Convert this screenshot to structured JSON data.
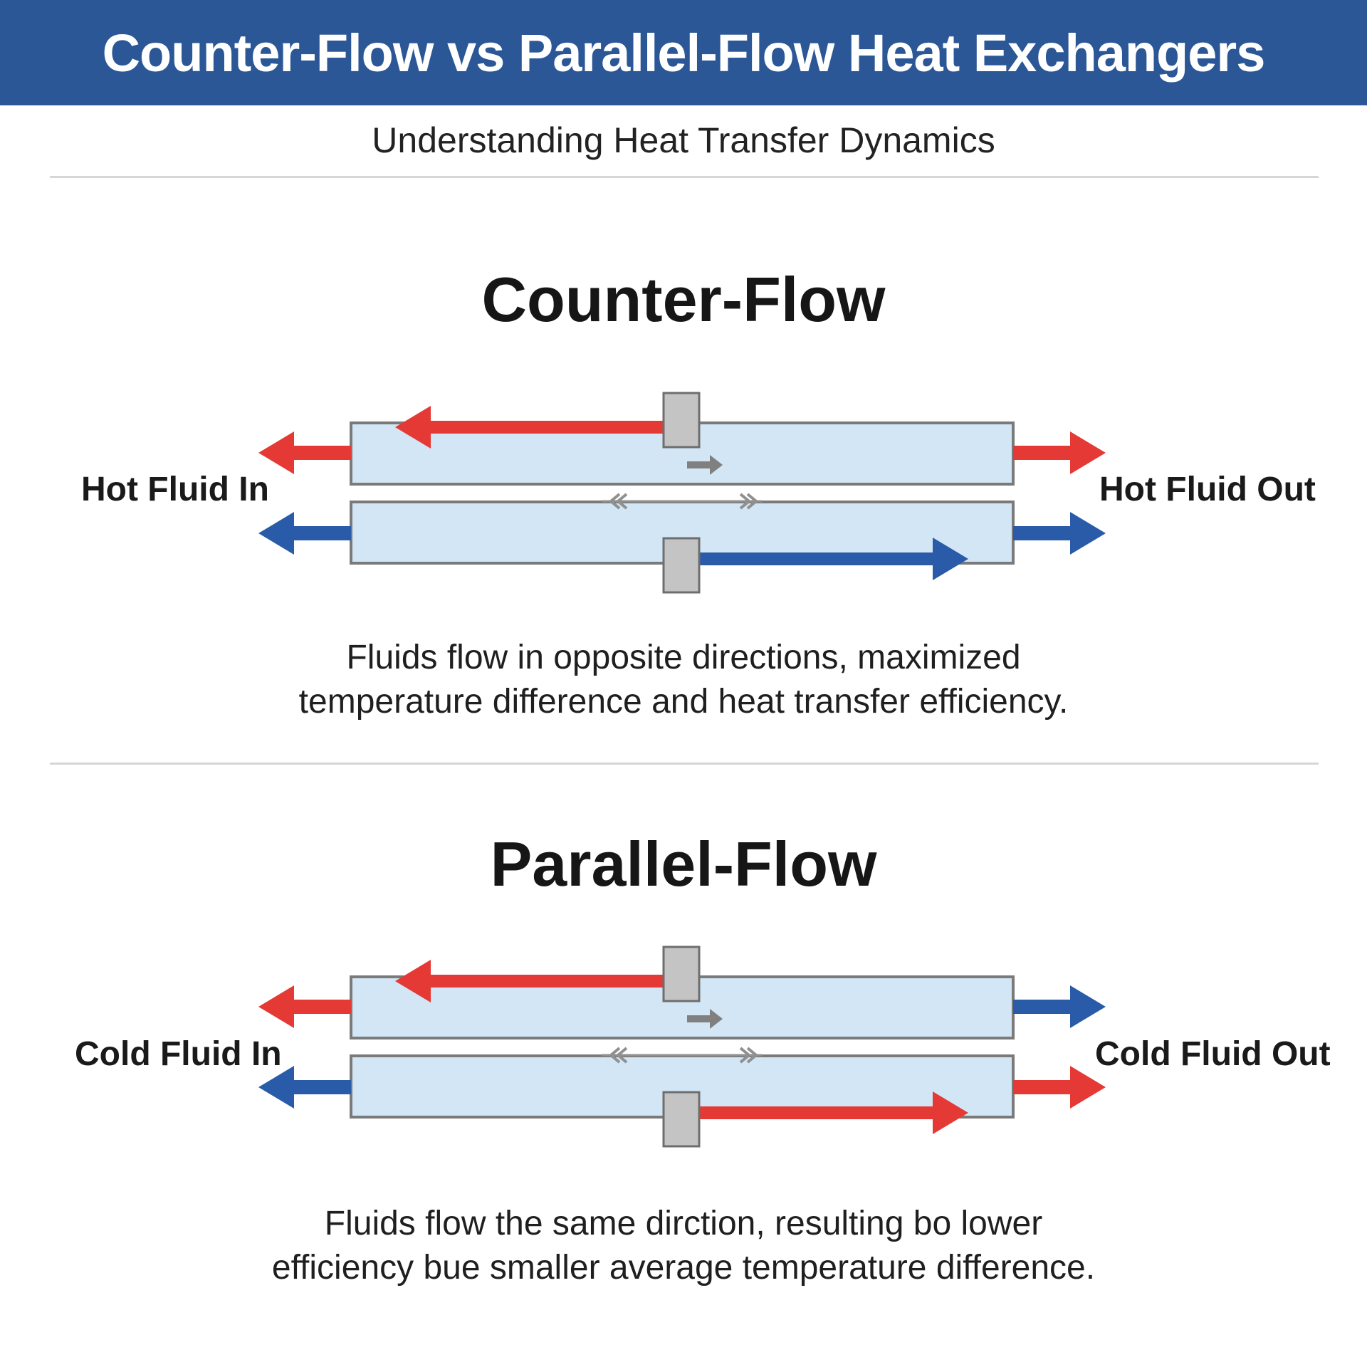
{
  "header": {
    "title": "Counter-Flow vs Parallel-Flow Heat Exchangers",
    "subtitle": "Understanding Heat Transfer Dynamics"
  },
  "colors": {
    "header_bg": "#2b5797",
    "hot": "#e53935",
    "cold": "#2a5ba8",
    "tube_fill": "#d2e6f5",
    "tube_stroke": "#7a7a7a",
    "baffle": "#c4c4c4"
  },
  "counter_flow": {
    "title": "Counter-Flow",
    "left_label": "Hot Fluid In",
    "right_label": "Hot Fluid Out",
    "description_line1": "Fluids flow in opposite directions, maximized",
    "description_line2": "temperature difference and heat transfer efficiency.",
    "streams": {
      "top_tube": "hot",
      "bottom_tube": "cold",
      "top_left_outlet": "hot",
      "top_right_outlet": "hot",
      "bottom_left_outlet": "cold",
      "bottom_right_outlet": "cold"
    }
  },
  "parallel_flow": {
    "title": "Parallel-Flow",
    "left_label": "Cold Fluid In",
    "right_label": "Cold Fluid Out",
    "description_line1": "Fluids flow the same dirction, resulting bo lower",
    "description_line2": "efficiency  bue smaller average temperature difference.",
    "streams": {
      "top_tube": "hot",
      "bottom_tube": "hot",
      "top_left_outlet": "hot",
      "top_right_outlet": "cold",
      "bottom_left_outlet": "cold",
      "bottom_right_outlet": "hot"
    }
  },
  "icons": [
    "arrow-left-icon",
    "arrow-right-icon",
    "double-chevron-icon"
  ]
}
